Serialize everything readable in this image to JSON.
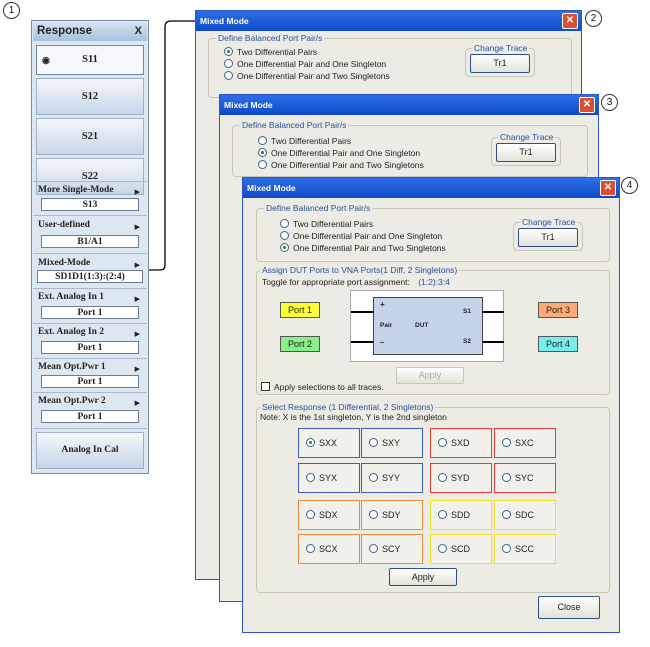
{
  "callouts": [
    "1",
    "2",
    "3",
    "4"
  ],
  "response_panel": {
    "title": "Response",
    "close": "X",
    "s_buttons": [
      "S11",
      "S12",
      "S21",
      "S22"
    ],
    "groups": [
      {
        "label": "More Single-Mode",
        "value": "S13"
      },
      {
        "label": "User-defined",
        "value": "B1/A1"
      },
      {
        "label": "Mixed-Mode",
        "value": "SD1D1(1:3):(2:4)"
      },
      {
        "label": "Ext. Analog In 1",
        "value": "Port 1"
      },
      {
        "label": "Ext. Analog In 2",
        "value": "Port 1"
      },
      {
        "label": "Mean Opt.Pwr 1",
        "value": "Port 1"
      },
      {
        "label": "Mean Opt.Pwr 2",
        "value": "Port 1"
      }
    ],
    "bottom_button": "Analog In Cal"
  },
  "dialog_title": "Mixed Mode",
  "balanced_group_title": "Define Balanced Port Pair/s",
  "balanced_options": [
    "Two Differential Pairs",
    "One Differential Pair and One Singleton",
    "One Differential Pair and Two Singletons"
  ],
  "change_trace_label": "Change Trace",
  "trace_button": "Tr1",
  "assign": {
    "title": "Assign DUT Ports to VNA Ports(1 Diff, 2 Singletons)",
    "toggle_text": "Toggle for appropriate port assignment:",
    "assignment": "(1:2):3:4",
    "ports": [
      "Port 1",
      "Port 2",
      "Port 3",
      "Port 4"
    ],
    "diagram": {
      "plus": "+",
      "minus": "–",
      "pair": "Pair",
      "dut": "DUT",
      "s1": "S1",
      "s2": "S2"
    },
    "apply": "Apply",
    "apply_all": "Apply selections to all traces."
  },
  "select_response": {
    "title": "Select Response (1 Differential, 2 Singletons)",
    "note": "Note: X is the 1st singleton, Y is the 2nd singleton",
    "cells": [
      "SXX",
      "SXY",
      "SXD",
      "SXC",
      "SYX",
      "SYY",
      "SYD",
      "SYC",
      "SDX",
      "SDY",
      "SDD",
      "SDC",
      "SCX",
      "SCY",
      "SCD",
      "SCC"
    ],
    "selected": "SXX",
    "apply": "Apply"
  },
  "close_button": "Close",
  "colors": {
    "titlebar": "#1b58d6",
    "port1": "#ffff33",
    "port2": "#88ee88",
    "port3": "#ffaa77",
    "port4": "#77eeee"
  }
}
